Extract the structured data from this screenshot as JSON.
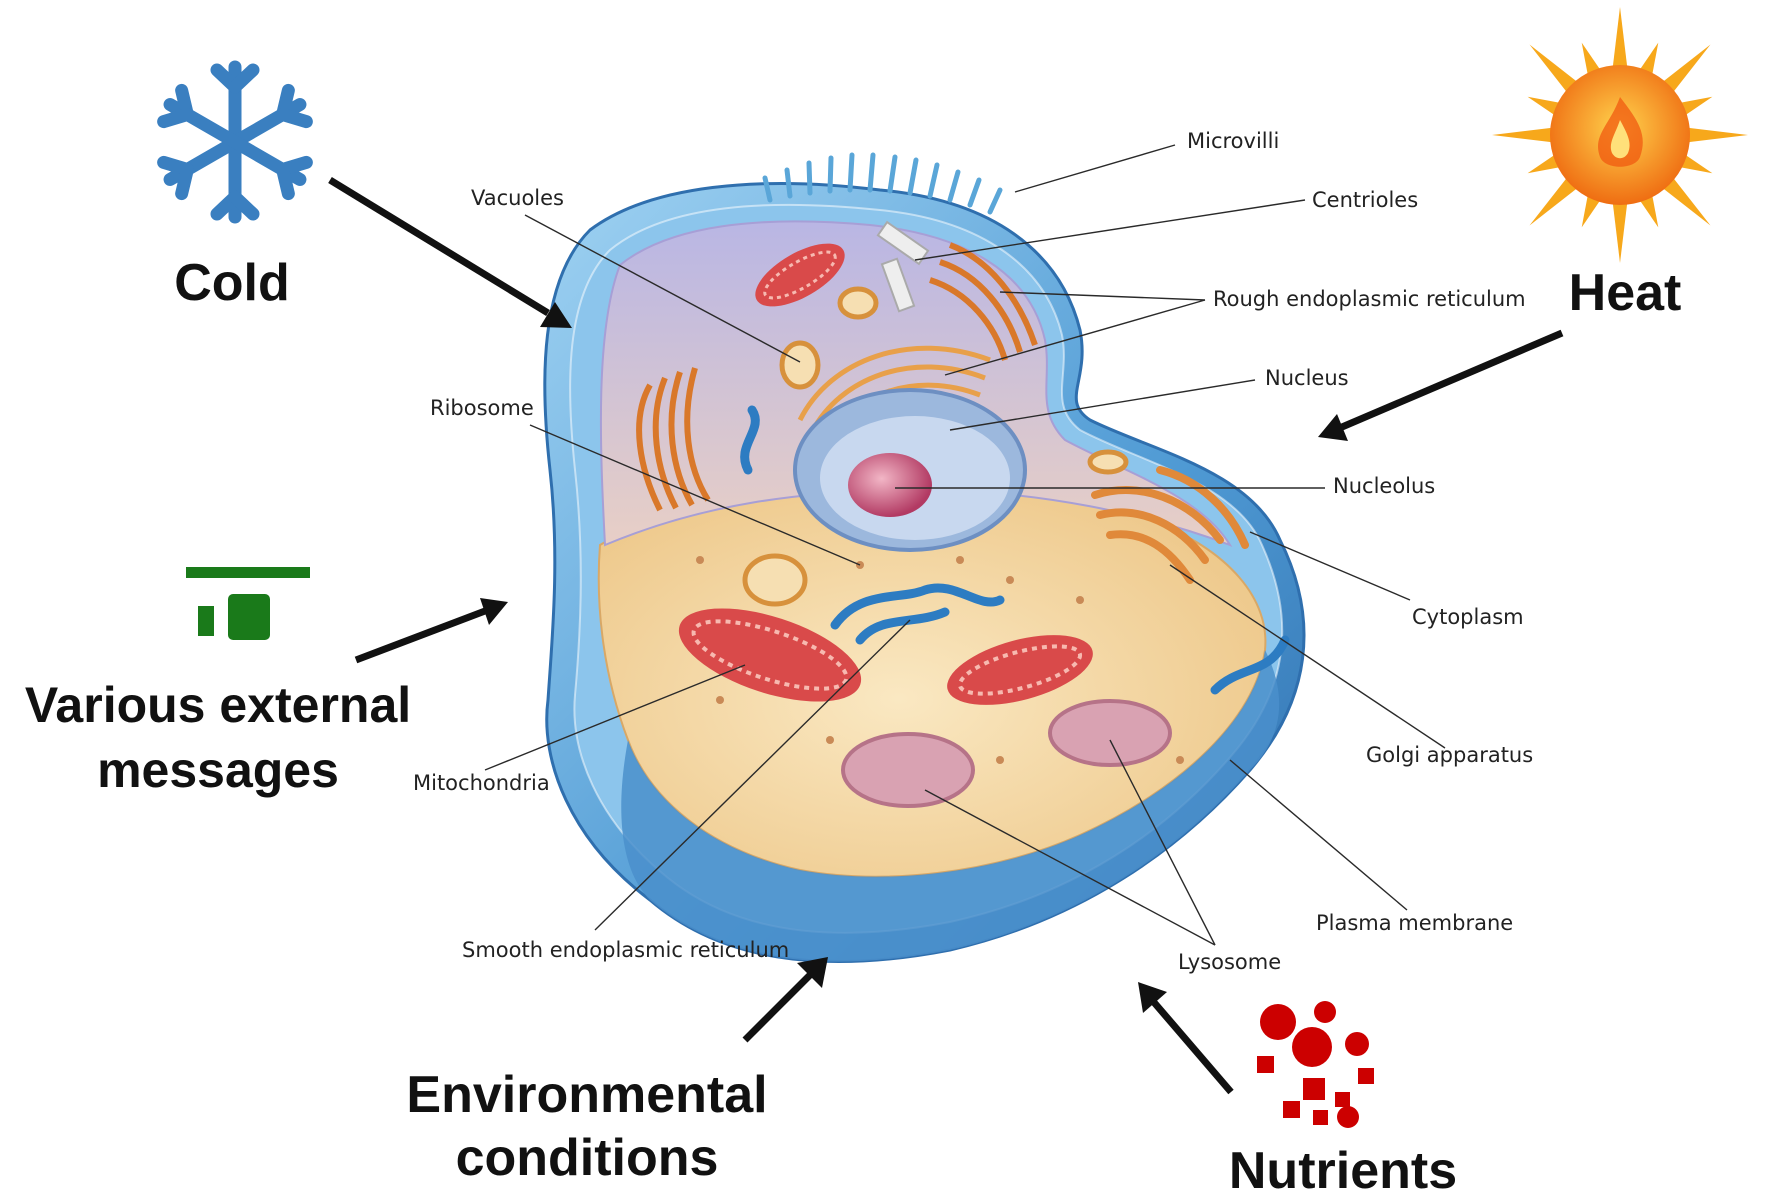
{
  "inputs": {
    "cold": "Cold",
    "heat": "Heat",
    "various_external_messages_line1": "Various external",
    "various_external_messages_line2": "messages",
    "environmental_conditions_line1": "Environmental",
    "environmental_conditions_line2": "conditions",
    "nutrients": "Nutrients"
  },
  "labels": {
    "microvilli": "Microvilli",
    "centrioles": "Centrioles",
    "vacuoles": "Vacuoles",
    "rough_er": "Rough endoplasmic reticulum",
    "nucleus": "Nucleus",
    "ribosome": "Ribosome",
    "nucleolus": "Nucleolus",
    "cytoplasm": "Cytoplasm",
    "golgi": "Golgi apparatus",
    "mitochondria": "Mitochondria",
    "plasma_membrane": "Plasma membrane",
    "smooth_er": "Smooth endoplasmic reticulum",
    "lysosome": "Lysosome"
  },
  "icons": {
    "cold": "snowflake-icon",
    "heat": "sun-fire-icon",
    "messages": "signal-icon",
    "nutrients": "nutrient-particles-icon"
  },
  "colors": {
    "snowflake": "#3a7fc0",
    "sun_ray": "#f7a81b",
    "sun_core": "#f07f1c",
    "signal": "#1a7a1a",
    "nutrient": "#cc0000",
    "membrane": "#5aa6d8",
    "cytoplasm": "#f3d9a4"
  }
}
